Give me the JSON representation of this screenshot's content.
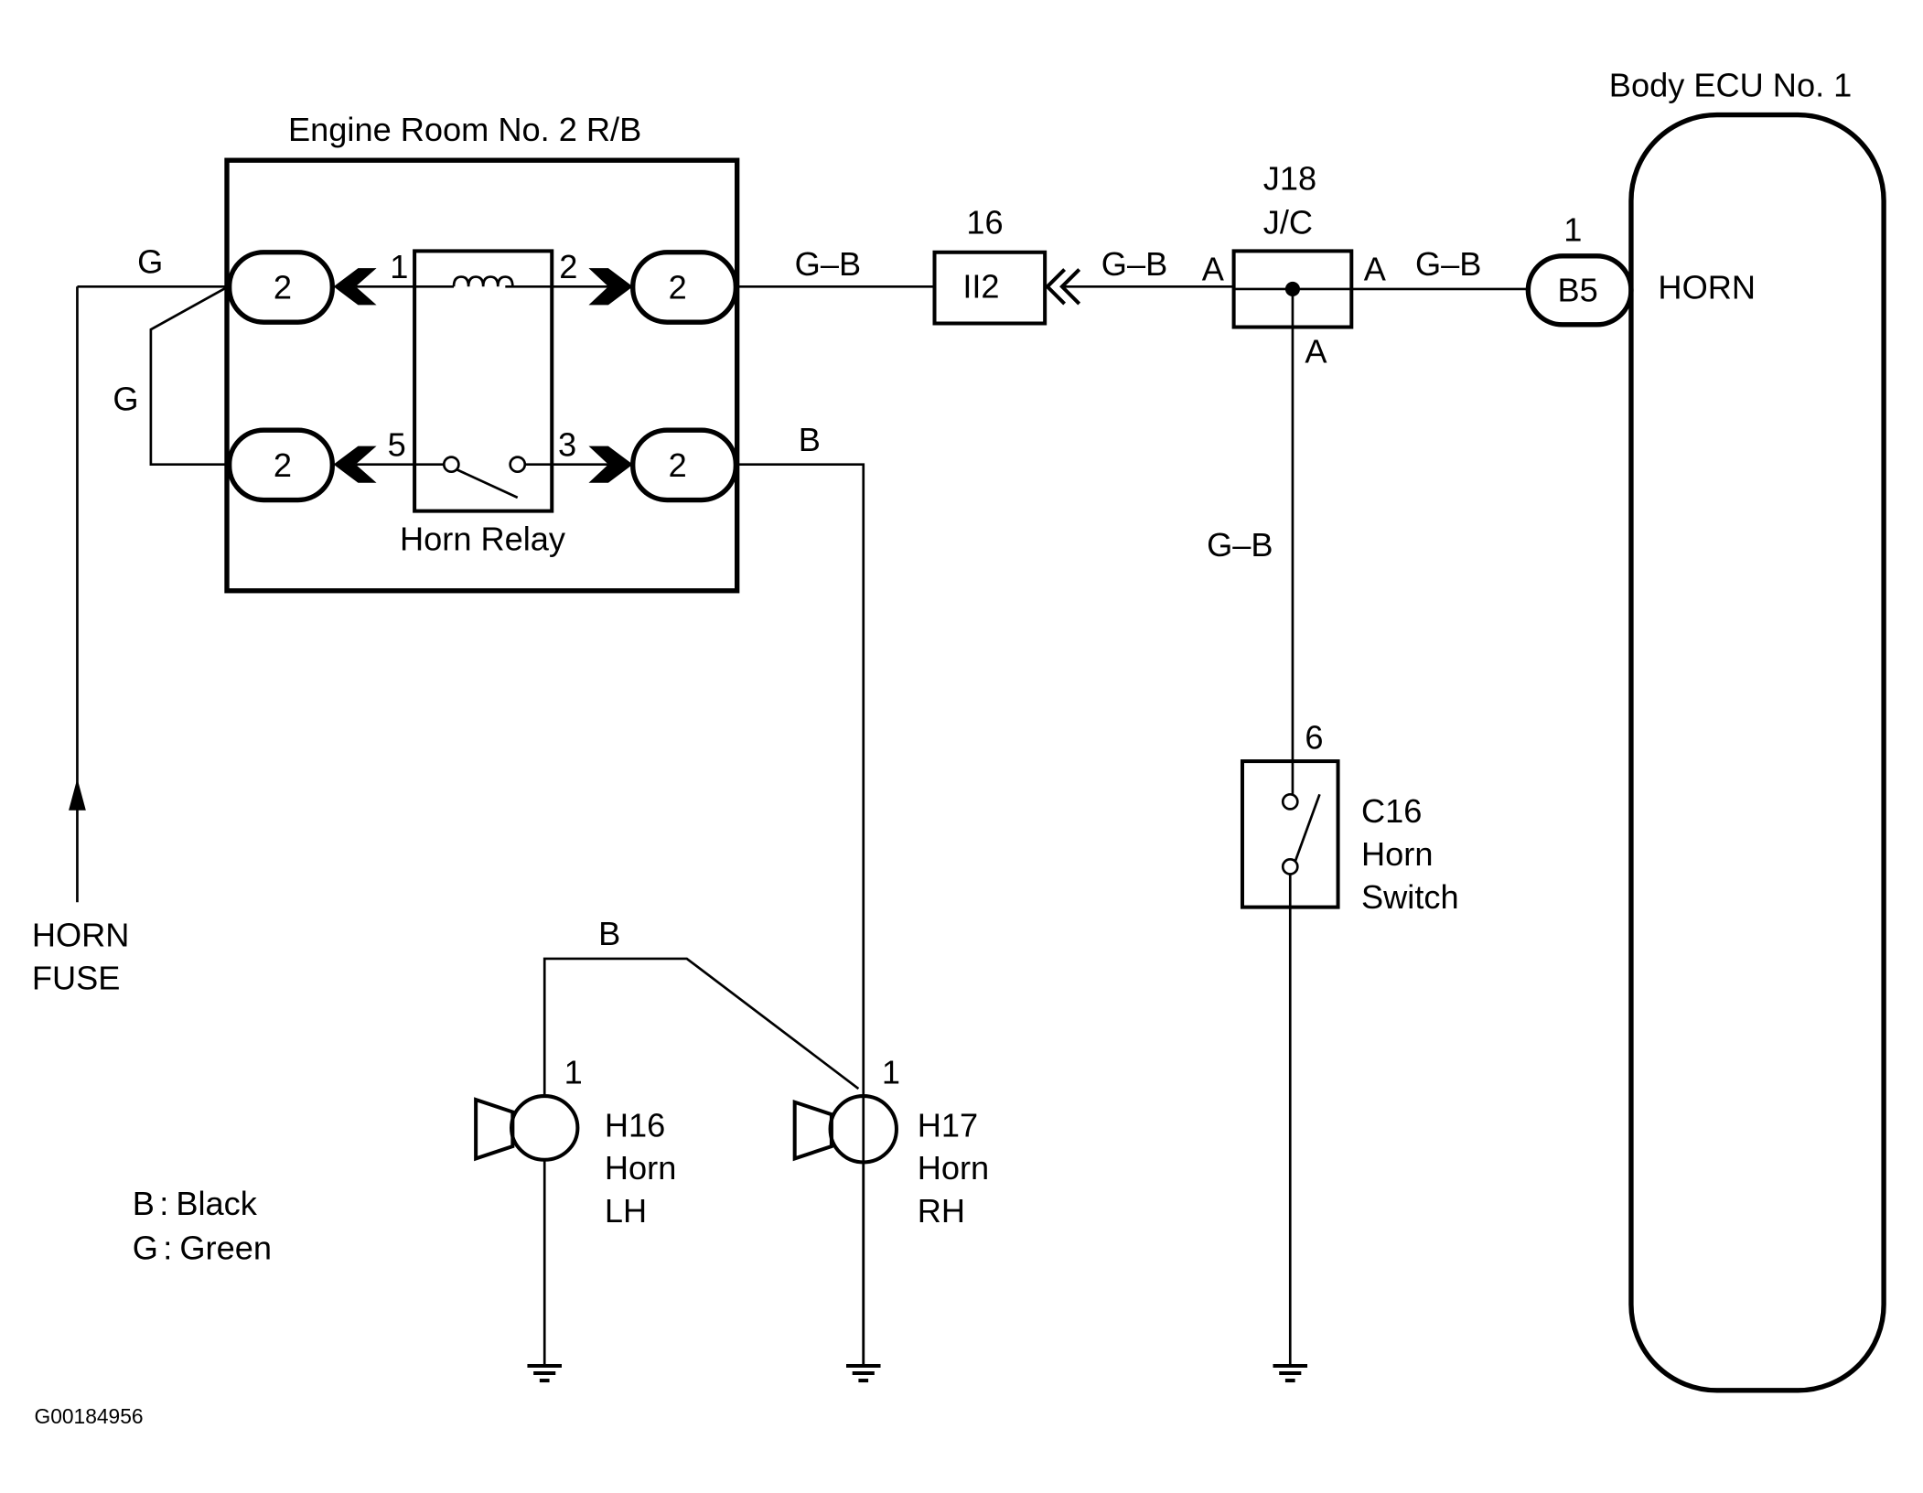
{
  "diagram": {
    "figure_id": "G00184956",
    "components": {
      "relay_block": {
        "title": "Engine Room No. 2 R/B",
        "relay_label": "Horn Relay",
        "connector": "2",
        "pins": [
          "1",
          "2",
          "5",
          "3"
        ]
      },
      "junction_connector": {
        "id": "16",
        "name": "II2"
      },
      "junction_block": {
        "id": "J18",
        "name": "J/C",
        "terminal": "A"
      },
      "ecu": {
        "title": "Body ECU No. 1",
        "connector": "B5",
        "pin": "1",
        "terminal_label": "HORN"
      },
      "horn_switch": {
        "pin": "6",
        "lines": [
          "C16",
          "Horn",
          "Switch"
        ]
      },
      "horn_lh": {
        "pin": "1",
        "lines": [
          "H16",
          "Horn",
          "LH"
        ]
      },
      "horn_rh": {
        "pin": "1",
        "lines": [
          "H17",
          "Horn",
          "RH"
        ]
      },
      "fuse": {
        "lines": [
          "HORN",
          "FUSE"
        ]
      }
    },
    "wire_labels": {
      "g_top": "G",
      "g_side": "G",
      "gb_1": "G–B",
      "gb_2": "G–B",
      "gb_3": "G–B",
      "gb_vertical": "G–B",
      "b_relay": "B",
      "b_horns": "B"
    },
    "legend": [
      {
        "code": "B",
        "sep": ":",
        "color": "Black"
      },
      {
        "code": "G",
        "sep": ":",
        "color": "Green"
      }
    ]
  }
}
